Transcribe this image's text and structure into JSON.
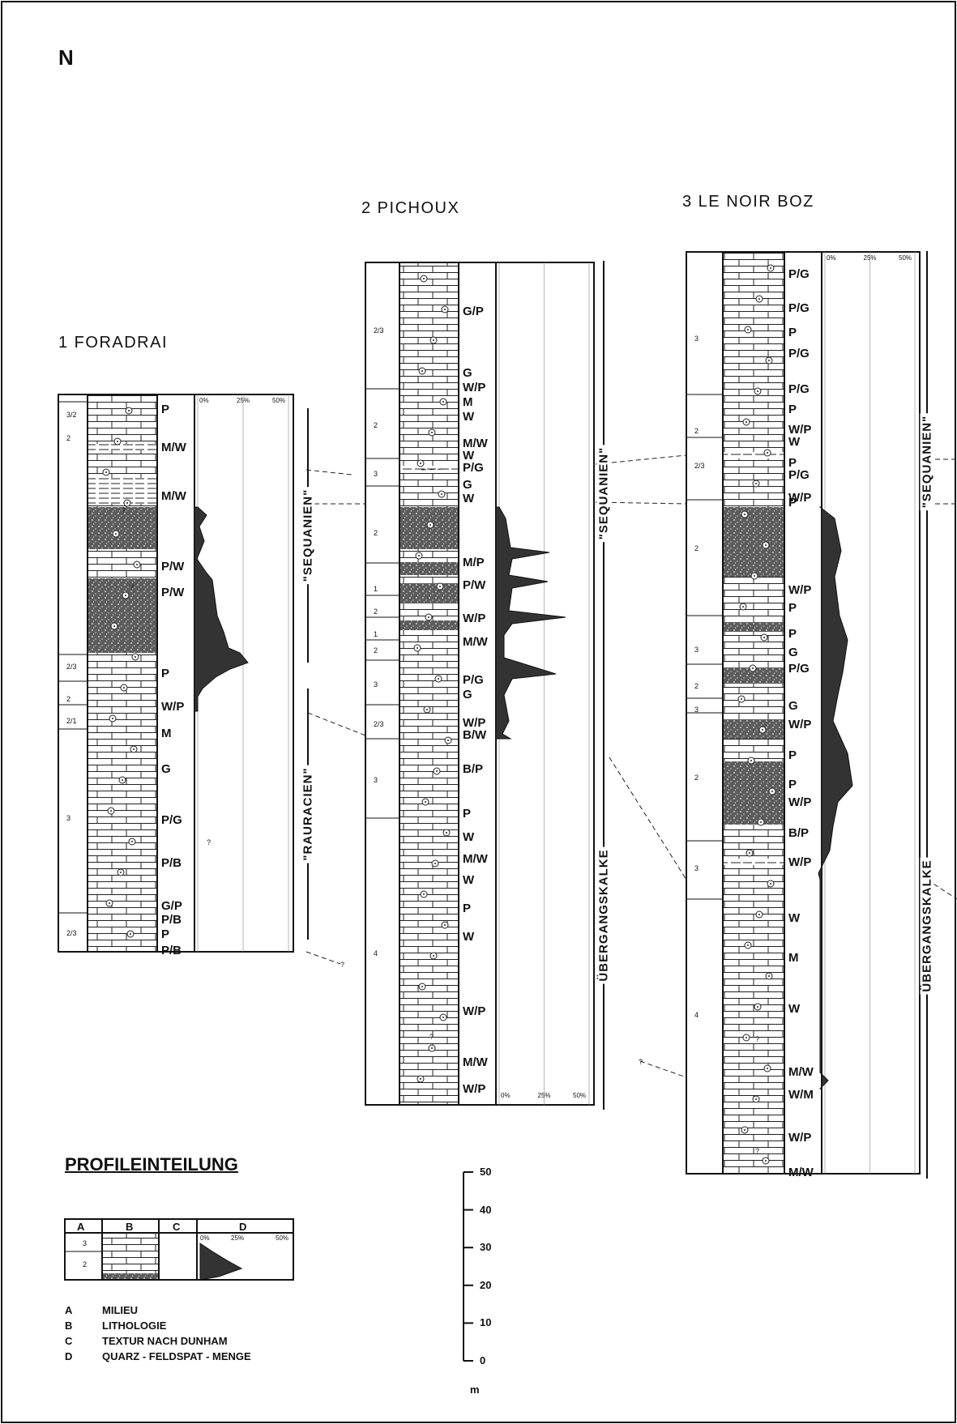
{
  "north_label": "N",
  "profiles": [
    {
      "id": "1",
      "title": "1  FORADRAI",
      "percent_labels": [
        "0%",
        "25%",
        "50%"
      ],
      "cycle_units": [
        "3/2",
        "2",
        "2/3",
        "2",
        "2/1",
        "3",
        "2/3"
      ],
      "texture_labels": [
        "P",
        "M/W",
        "M/W",
        "P/W",
        "P/W",
        "P",
        "W/P",
        "M",
        "G",
        "P/G",
        "P/B",
        "G/P",
        "P/B",
        "P",
        "P/B"
      ],
      "stages": [
        "\"SEQUANIEN\"",
        "\"RAURACIEN\""
      ],
      "question_marks": [
        "?",
        "?",
        "?"
      ]
    },
    {
      "id": "2",
      "title": "2  PICHOUX",
      "percent_labels": [
        "0%",
        "25%",
        "50%"
      ],
      "cycle_units": [
        "2/3",
        "2",
        "3",
        "2",
        "1",
        "2",
        "1",
        "2",
        "3",
        "2/3",
        "3",
        "4"
      ],
      "texture_labels": [
        "G/P",
        "G",
        "W/P",
        "M",
        "W",
        "M/W",
        "W",
        "P/G",
        "G",
        "W",
        "M/P",
        "P/W",
        "W/P",
        "M/W",
        "P/G",
        "G",
        "W/P",
        "B/W",
        "B/P",
        "P",
        "W",
        "M/W",
        "W",
        "P",
        "W",
        "W/P",
        "M/W",
        "W/P"
      ],
      "stages": [
        "\"SEQUANIEN\"",
        "ÜBERGANGSKALKE"
      ],
      "question_marks": [
        "?"
      ]
    },
    {
      "id": "3",
      "title": "3  LE NOIR BOZ",
      "percent_labels": [
        "0%",
        "25%",
        "50%"
      ],
      "cycle_units": [
        "3",
        "2",
        "2/3",
        "2",
        "3",
        "2",
        "3",
        "2",
        "3",
        "4"
      ],
      "texture_labels": [
        "P/G",
        "P/G",
        "P",
        "P/G",
        "P/G",
        "P",
        "W/P",
        "W",
        "P",
        "P/G",
        "W/P",
        "P",
        "W/P",
        "P",
        "P",
        "G",
        "P/G",
        "G",
        "W/P",
        "P",
        "P",
        "W/P",
        "B/P",
        "W/P",
        "W",
        "M",
        "W",
        "M/W",
        "W/M",
        "W/P",
        "M/W"
      ],
      "stages": [
        "\"SEQUANIEN\"",
        "ÜBERGANGSKALKE"
      ],
      "question_marks": [
        "?",
        "?"
      ]
    }
  ],
  "correlation_marks": [
    "?",
    "?"
  ],
  "legend": {
    "title": "PROFILEINTEILUNG",
    "columns": [
      "A",
      "B",
      "C",
      "D"
    ],
    "percent_labels": [
      "0%",
      "25%",
      "50%"
    ],
    "cycle_units": [
      "3",
      "2"
    ],
    "items": [
      {
        "key": "A",
        "label": "MILIEU"
      },
      {
        "key": "B",
        "label": "LITHOLOGIE"
      },
      {
        "key": "C",
        "label": "TEXTUR NACH DUNHAM"
      },
      {
        "key": "D",
        "label": "QUARZ - FELDSPAT - MENGE"
      }
    ]
  },
  "scale": {
    "ticks": [
      "50",
      "40",
      "30",
      "20",
      "10",
      "0"
    ],
    "unit": "m"
  }
}
